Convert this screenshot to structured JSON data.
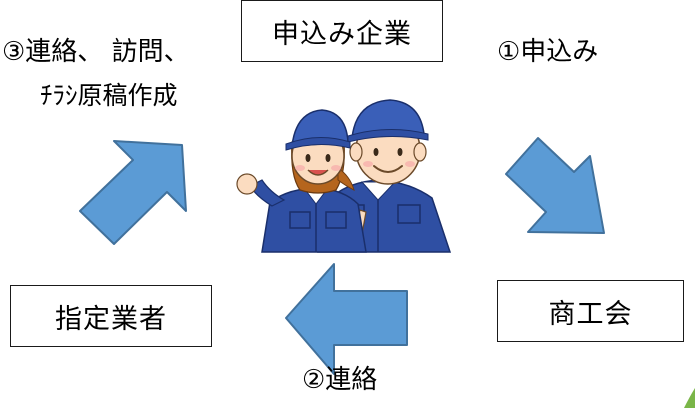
{
  "diagram": {
    "boxes": {
      "top": "申込み企業",
      "left": "指定業者",
      "right": "商工会"
    },
    "steps": {
      "step1": "①申込み",
      "step2": "②連絡",
      "step3_line1": "③連絡、 訪問、",
      "step3_line2": "ﾁﾗｼ原稿作成"
    }
  },
  "colors": {
    "arrow_fill": "#5b9bd5",
    "arrow_stroke": "#41719c",
    "uniform_blue": "#2f4fa3",
    "cap_blue": "#3a5fb8",
    "skin": "#fbdcc0",
    "accent_green": "#7ab648"
  },
  "icons": {
    "arrow_up_right": "arrow-up-right-icon",
    "arrow_down_right": "arrow-down-right-icon",
    "arrow_left": "arrow-left-icon",
    "workers": "workers-illustration"
  }
}
